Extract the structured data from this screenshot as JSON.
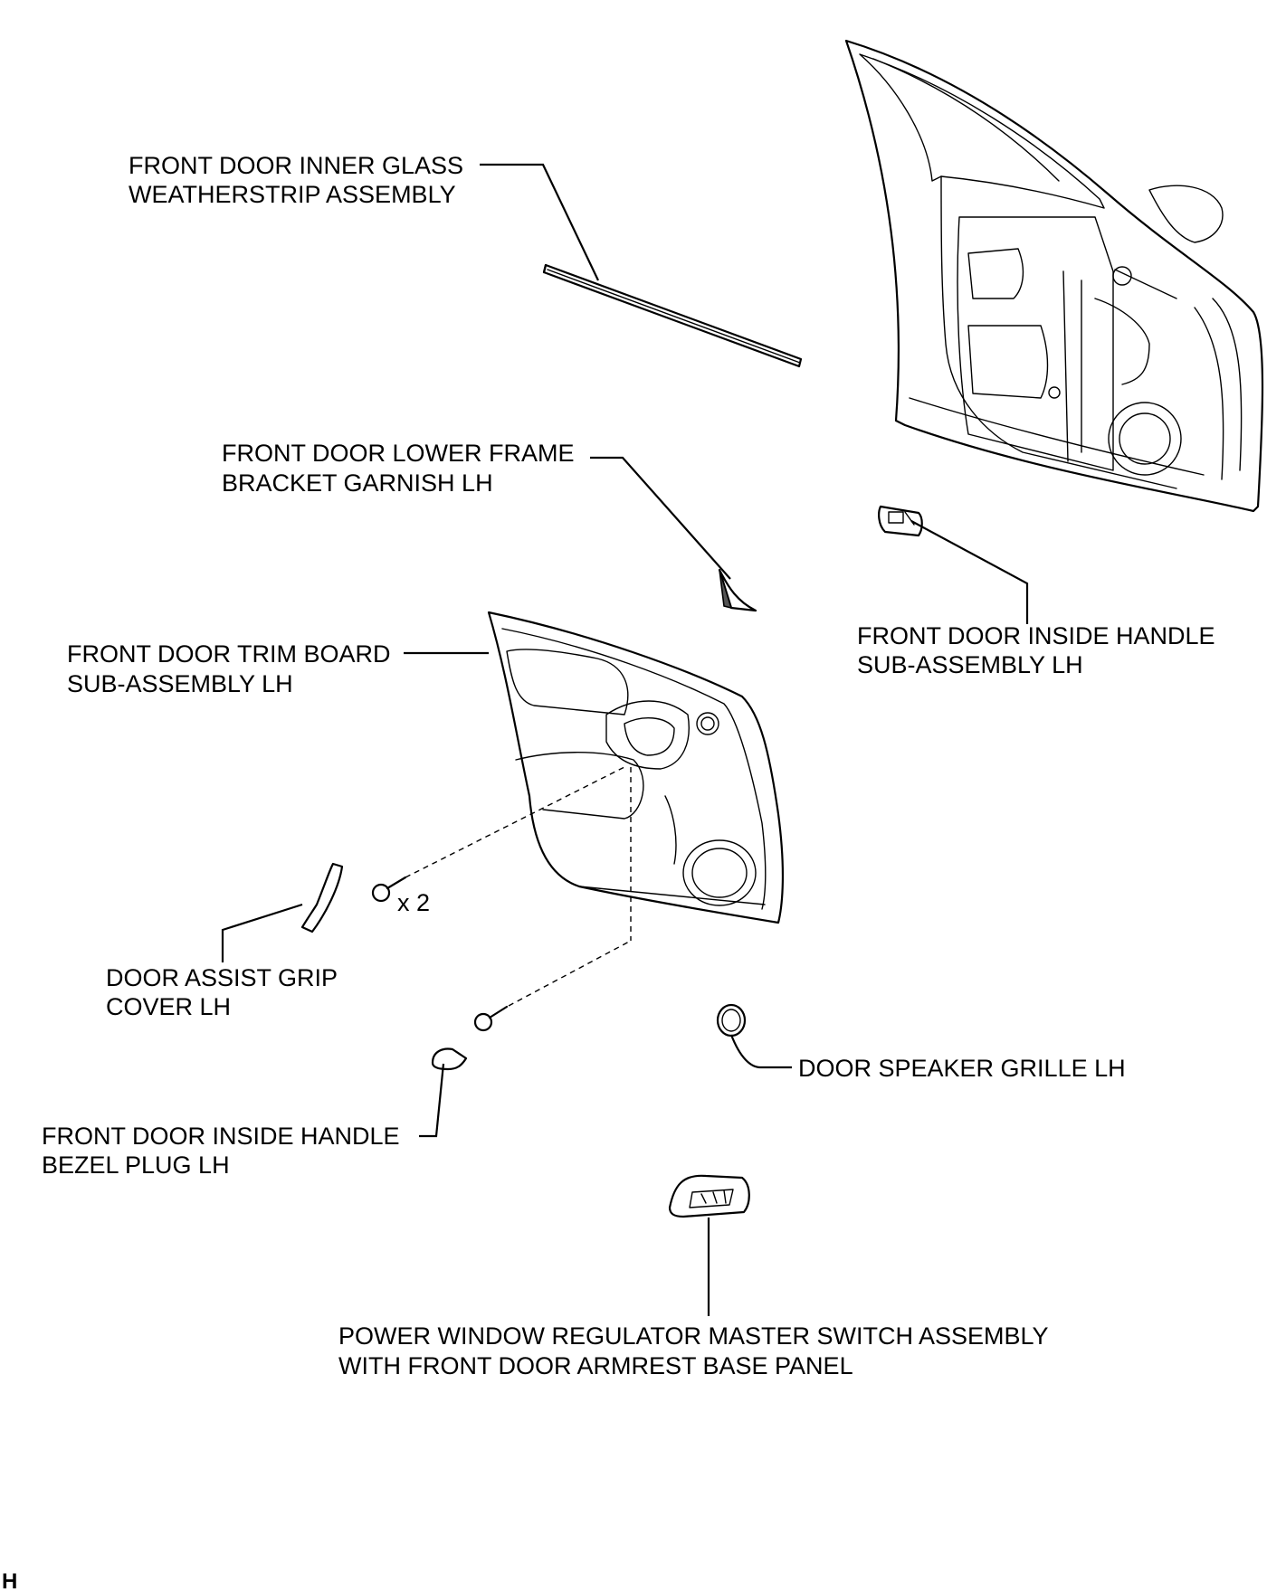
{
  "labels": {
    "weatherstrip": [
      "FRONT DOOR INNER GLASS",
      "WEATHERSTRIP ASSEMBLY"
    ],
    "garnish": [
      "FRONT DOOR LOWER FRAME",
      "BRACKET GARNISH LH"
    ],
    "inside_handle": [
      "FRONT DOOR INSIDE HANDLE",
      "SUB-ASSEMBLY LH"
    ],
    "trim_board": [
      "FRONT DOOR TRIM BOARD",
      "SUB-ASSEMBLY LH"
    ],
    "assist_grip_cover": [
      "DOOR ASSIST GRIP",
      "COVER LH"
    ],
    "speaker_grille": [
      "DOOR SPEAKER GRILLE LH"
    ],
    "bezel_plug": [
      "FRONT DOOR INSIDE HANDLE",
      "BEZEL PLUG LH"
    ],
    "master_switch": [
      "POWER WINDOW REGULATOR MASTER SWITCH ASSEMBLY",
      "WITH FRONT DOOR ARMREST BASE PANEL"
    ]
  },
  "screw_qty": "x 2",
  "corner_mark": "H"
}
